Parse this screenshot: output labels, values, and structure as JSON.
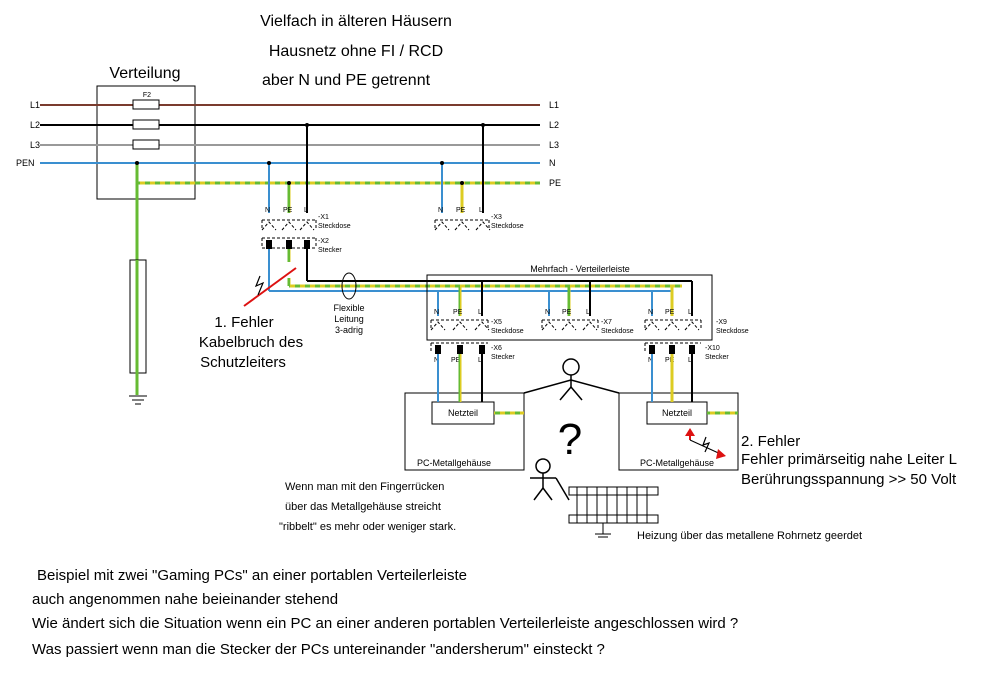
{
  "header": {
    "line1": "Vielfach in älteren Häusern",
    "line2": "Hausnetz ohne FI / RCD",
    "line3": "aber N und PE getrennt"
  },
  "distribution": {
    "title": "Verteilung",
    "fuse_labels": [
      "F2"
    ],
    "left_labels": [
      "L1",
      "L2",
      "L3",
      "PEN"
    ],
    "right_labels": [
      "L1",
      "L2",
      "L3",
      "N",
      "PE"
    ]
  },
  "sockets": {
    "pin_labels": [
      "N",
      "PE",
      "L"
    ],
    "x1": {
      "id": "-X1",
      "type": "Steckdose"
    },
    "x2": {
      "id": "-X2",
      "type": "Stecker"
    },
    "x3": {
      "id": "-X3",
      "type": "Steckdose"
    },
    "x5": {
      "id": "-X5",
      "type": "Steckdose"
    },
    "x6": {
      "id": "-X6",
      "type": "Stecker"
    },
    "x7": {
      "id": "-X7",
      "type": "Steckdose"
    },
    "x9": {
      "id": "-X9",
      "type": "Steckdose"
    },
    "x10": {
      "id": "-X10",
      "type": "Stecker"
    }
  },
  "powerstrip": {
    "title": "Mehrfach - Verteilerleiste"
  },
  "cable": {
    "lines": [
      "Flexible",
      "Leitung",
      "3-adrig"
    ]
  },
  "fault1": {
    "lines": [
      "1. Fehler",
      "Kabelbruch des",
      "Schutzleiters"
    ]
  },
  "fault2": {
    "lines": [
      "2. Fehler",
      "Fehler primärseitig nahe Leiter L",
      "Berührungsspannung >> 50 Volt"
    ]
  },
  "pcs": {
    "psu_label": "Netzteil",
    "case_label": "PC-Metallgehäuse",
    "question": "?"
  },
  "touch_note": {
    "lines": [
      "Wenn man mit den Fingerrücken",
      "über das Metallgehäuse streicht",
      "\"ribbelt\" es mehr oder weniger stark."
    ]
  },
  "heater_note": "Heizung über das metallene Rohrnetz geerdet",
  "footer": {
    "lines": [
      "Beispiel mit zwei \"Gaming PCs\" an einer portablen Verteilerleiste",
      "auch angenommen nahe beieinander stehend",
      "Wie ändert sich die Situation wenn ein PC an einer anderen portablen Verteilerleiste angeschlossen wird ?",
      "Was passiert wenn man die Stecker der PCs untereinander \"andersherum\" einsteckt ?"
    ]
  },
  "colors": {
    "L1": "#7a3b2e",
    "L2": "#000000",
    "L3": "#999999",
    "N": "#3a8fd0",
    "PE_green": "#66bb33",
    "PE_yellow": "#ddcc22",
    "fault": "#dd1111"
  }
}
